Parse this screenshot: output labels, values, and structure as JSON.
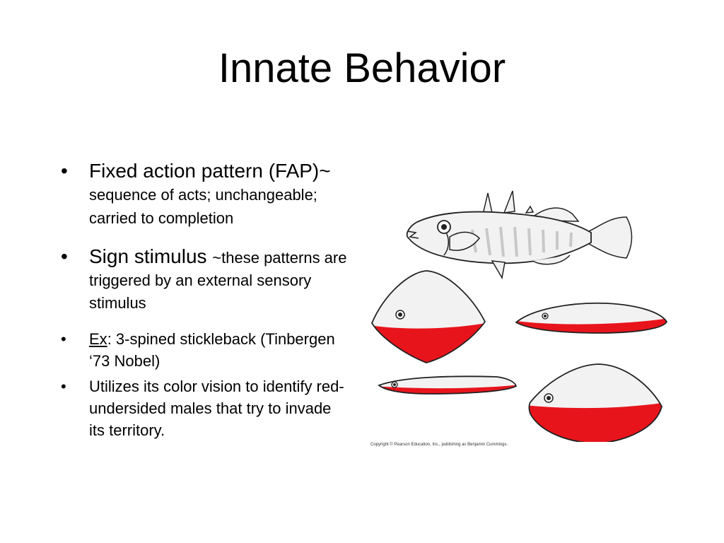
{
  "slide": {
    "title": "Innate Behavior",
    "bullets": [
      {
        "symbol": "•",
        "main": "Fixed action pattern (FAP)~",
        "detail": "sequence of acts; unchangeable; carried to completion"
      },
      {
        "symbol": "•",
        "main": "Sign stimulus",
        "detail": "~these patterns are triggered by an external sensory stimulus"
      },
      {
        "symbol": "•",
        "underlined": "Ex",
        "text": ": 3-spined stickleback (Tinbergen ‘73 Nobel)"
      },
      {
        "symbol": "•",
        "text": "Utilizes its color vision to identify red-undersided males that try to invade its territory."
      }
    ],
    "figure": {
      "copyright": "Copyright © Pearson Education, Inc., publishing as Benjamin Cummings.",
      "colors": {
        "red": "#e8141c",
        "body": "#f2f2f2",
        "outline": "#222222",
        "stripe": "#c8c8c8"
      }
    }
  }
}
